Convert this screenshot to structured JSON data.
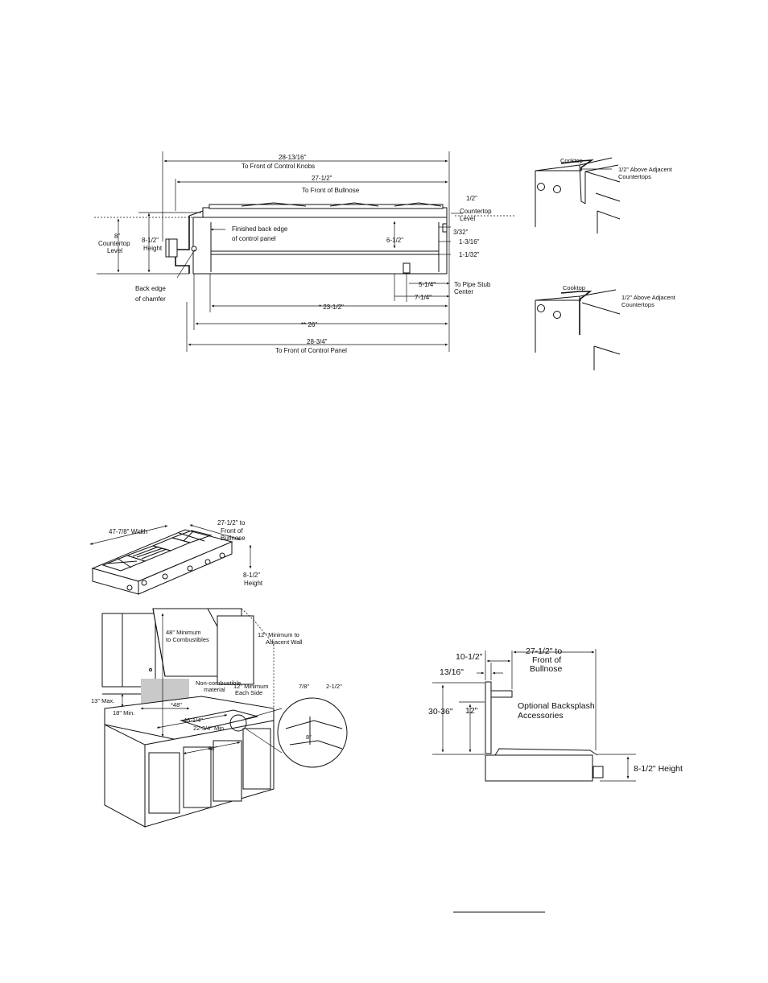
{
  "side_view": {
    "d_28_13_16": "28-13/16\"",
    "to_front_knobs": "To Front of Control Knobs",
    "d_27_1_2": "27-1/2\"",
    "to_front_bullnose": "To Front of Bullnose",
    "d_1_2": "1/2\"",
    "countertop": "Countertop",
    "level": "Level",
    "d_8": "8\"",
    "countertop_level_1": "Countertop",
    "countertop_level_2": "Level",
    "d_8_1_2": "8-1/2\"",
    "height": "Height",
    "finished_back_1": "Finished back edge",
    "finished_back_2": "of control panel",
    "d_6_1_2": "6-1/2\"",
    "d_3_32": "3/32\"",
    "d_1_3_16": "1-3/16\"",
    "d_1_1_32": "1-1/32\"",
    "back_edge_1": "Back edge",
    "back_edge_2": "of chamfer",
    "d_5_1_4": "5-1/4\"",
    "d_7_1_4": "7-1/4\"",
    "pipe_stub_1": "To Pipe Stub",
    "pipe_stub_2": "Center",
    "d_23_1_2": "* 23-1/2\"",
    "d_26": "** 26\"",
    "d_28_3_4": "28-3/4\"",
    "to_front_panel": "To Front of Control Panel"
  },
  "detail_top": {
    "cooktop": "Cooktop",
    "above_1": "1/2\" Above Adjacent",
    "above_2": "Countertops"
  },
  "detail_bottom": {
    "cooktop": "Cooktop",
    "above_1": "1/2\" Above Adjacent",
    "above_2": "Countertops"
  },
  "iso_view": {
    "width": "47-7/8\" Width",
    "depth_1": "27-1/2\" to",
    "depth_2": "Front of",
    "depth_3": "Bullnose",
    "height_1": "8-1/2\"",
    "height_2": "Height"
  },
  "install_view": {
    "min48_1": "48\" Minimum",
    "min48_2": "to Combustibles",
    "min12_1": "12\" Minimum to",
    "min12_2": "Adjacent Wall",
    "noncomb_1": "Non-combustible",
    "noncomb_2": "material",
    "min12side_1": "12\" Minimum",
    "min12side_2": "Each Side",
    "max13": "13\" Max.",
    "min18": "18\" Min.",
    "d48a": "*48\"",
    "d46": "46-1/4\"",
    "d22": "22-3/4\" Min.",
    "d48b": "48\"",
    "d7_8": "7/8\"",
    "d2_1_2": "2-1/2\"",
    "d8": "8\""
  },
  "backsplash_view": {
    "d_10_1_2": "10-1/2\"",
    "d_13_16": "13/16\"",
    "depth_1": "27-1/2\" to",
    "depth_2": "Front of",
    "depth_3": "Bullnose",
    "d_30_36": "30-36\"",
    "d_12": "12\"",
    "optional_1": "Optional Backsplash",
    "optional_2": "Accessories",
    "height": "8-1/2\" Height"
  }
}
